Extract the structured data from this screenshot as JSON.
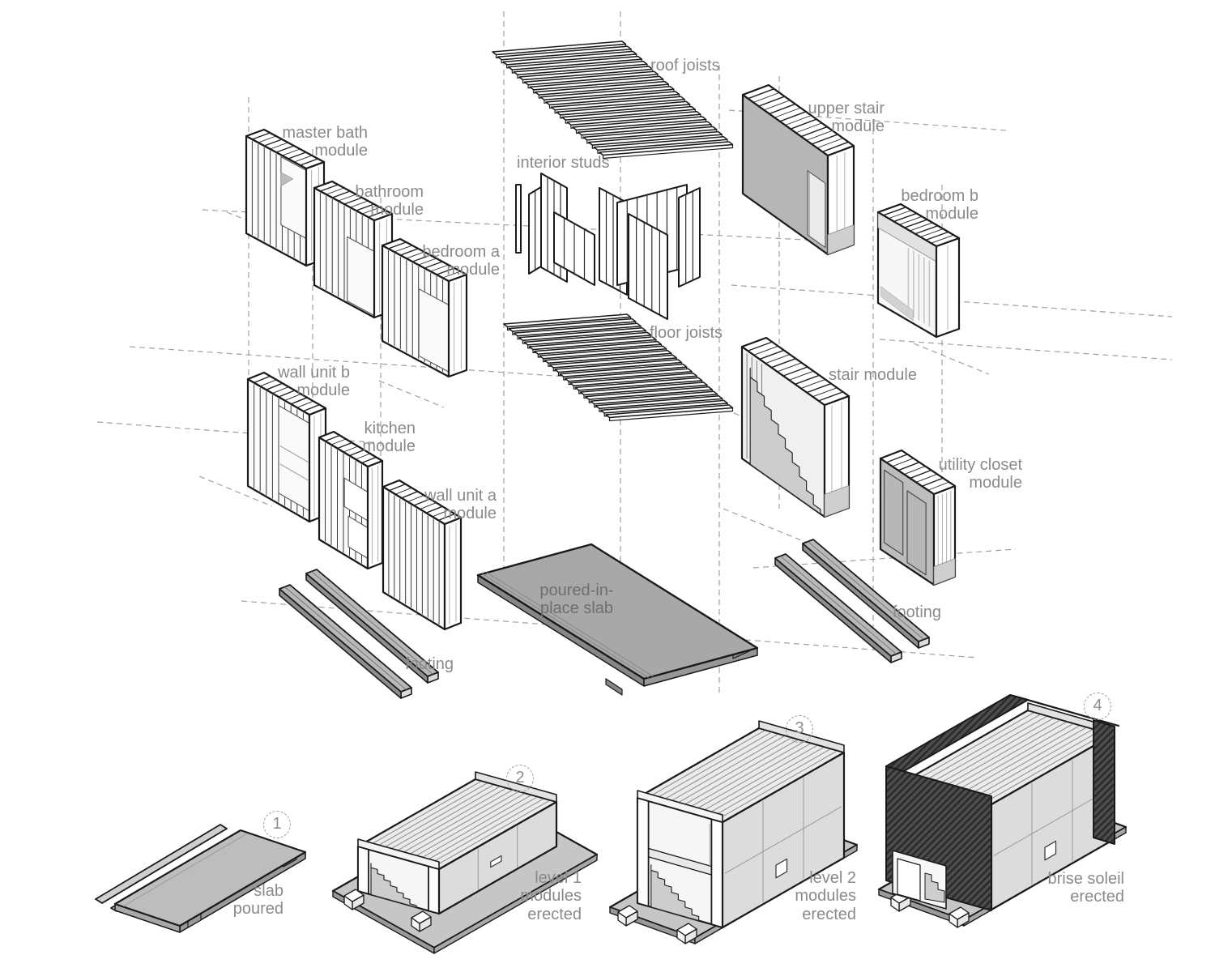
{
  "diagram_title": "modular construction exploded axonometric",
  "labels": {
    "master_bath": "master bath\nmodule",
    "bathroom": "bathroom\nmodule",
    "bedroom_a": "bedroom a\nmodule",
    "interior_studs": "interior studs",
    "roof_joists": "roof joists",
    "upper_stair": "upper stair\nmodule",
    "bedroom_b": "bedroom b\nmodule",
    "floor_joists": "floor joists",
    "stair": "stair module",
    "utility_closet": "utility closet\nmodule",
    "wall_unit_b": "wall unit b\nmodule",
    "kitchen": "kitchen\nmodule",
    "wall_unit_a": "wall unit a\nmodule",
    "slab": "poured-in-\nplace slab",
    "footing_left": "footing",
    "footing_right": "footing"
  },
  "stages": [
    {
      "number": "1",
      "label": "slab\npoured"
    },
    {
      "number": "2",
      "label": "level 1\nmodules\nerected"
    },
    {
      "number": "3",
      "label": "level 2\nmodules\nerected"
    },
    {
      "number": "4",
      "label": "brise soleil\nerected"
    }
  ],
  "colors": {
    "line": "#1a1a1a",
    "label_text": "#8a8a8a",
    "slab_label_text": "#6e6e6e",
    "guide": "#a0a0a0",
    "white": "#ffffff",
    "face_light": "#fbfbfb",
    "face_gray": "#b6b6b6",
    "slab_gray": "#a8a8a8",
    "slab_edge": "#878787",
    "footing_gray": "#b9b9b9",
    "stage_base": "#c6c6c6",
    "stage_roof": "#ebebeb",
    "stage_wall": "#dcdcdc",
    "stair_fill": "#cdcdcd",
    "brise_soleil_dark": "#4c4c4c",
    "brise_soleil_hatch": "#262626"
  }
}
